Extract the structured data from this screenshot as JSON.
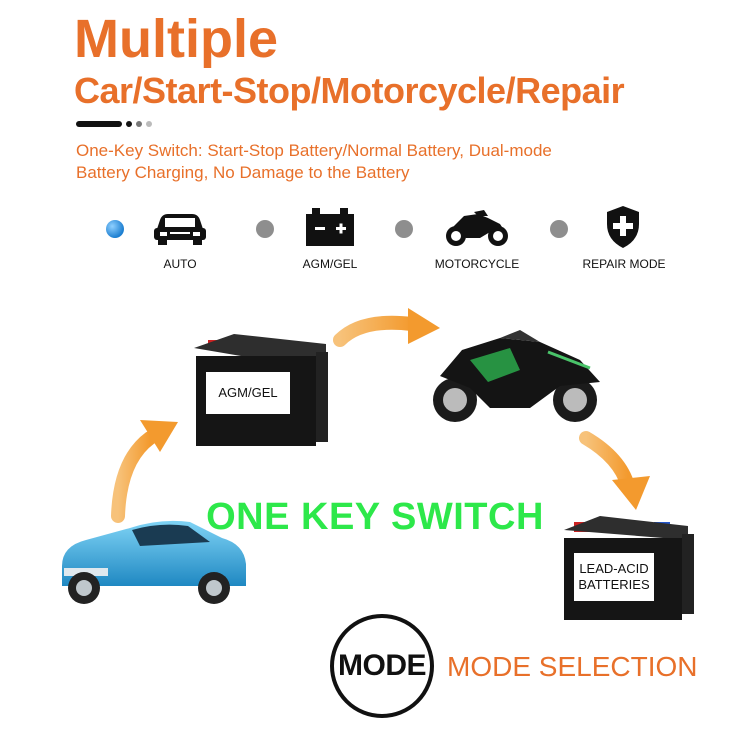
{
  "header": {
    "title": "Multiple",
    "subtitle": "Car/Start-Stop/Motorcycle/Repair",
    "description_line1": "One-Key Switch: Start-Stop Battery/Normal Battery, Dual-mode",
    "description_line2": "Battery Charging, No Damage to the Battery"
  },
  "modes": [
    {
      "label": "AUTO",
      "icon": "car-icon",
      "selected": true
    },
    {
      "label": "AGM/GEL",
      "icon": "battery-icon",
      "selected": false
    },
    {
      "label": "MOTORCYCLE",
      "icon": "motorcycle-icon",
      "selected": false
    },
    {
      "label": "REPAIR MODE",
      "icon": "shield-plus-icon",
      "selected": false
    }
  ],
  "diagram": {
    "battery_agm_label": "AGM/GEL",
    "battery_lead_label_line1": "LEAD-ACID",
    "battery_lead_label_line2": "BATTERIES",
    "center_text": "ONE KEY SWITCH"
  },
  "footer": {
    "mode_button": "MODE",
    "mode_selection": "MODE SELECTION"
  },
  "colors": {
    "accent_orange": "#e8702a",
    "arrow_orange": "#f5a53c",
    "switch_green": "#2de84a",
    "selected_blue": "#1d7fd1",
    "car_blue": "#3aa7d8"
  }
}
